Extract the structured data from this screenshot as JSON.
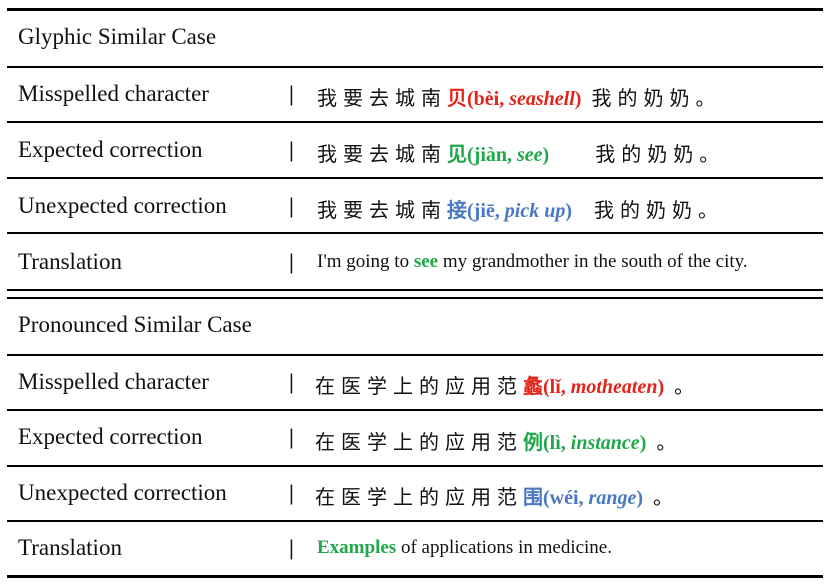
{
  "sections": [
    {
      "title": "Glyphic Similar Case",
      "rows": {
        "misspelled": {
          "label": "Misspelled character",
          "prefix": "我要去城南",
          "char": "贝",
          "pinyin": "(bèi, ",
          "meaning": "seashell",
          "close": ")",
          "suffix": "我的奶奶。"
        },
        "expected": {
          "label": "Expected correction",
          "prefix": "我要去城南",
          "char": "见",
          "pinyin": "(jiàn, ",
          "meaning": "see",
          "close": ")",
          "suffix": "我的奶奶。"
        },
        "unexpected": {
          "label": "Unexpected correction",
          "prefix": "我要去城南",
          "char": "接",
          "pinyin": "(jiē, ",
          "meaning": "pick up",
          "close": ")",
          "suffix": "我的奶奶。"
        },
        "translation": {
          "label": "Translation",
          "before": "I'm going to ",
          "highlight": "see",
          "after": " my grandmother in the south of the city."
        }
      }
    },
    {
      "title": "Pronounced Similar Case",
      "rows": {
        "misspelled": {
          "label": "Misspelled character",
          "prefix": "在医学上的应用范",
          "char": "蠡",
          "pinyin": "(lǐ, ",
          "meaning": "motheaten",
          "close": ")",
          "suffix": "。"
        },
        "expected": {
          "label": "Expected correction",
          "prefix": "在医学上的应用范",
          "char": "例",
          "pinyin": "(lì, ",
          "meaning": "instance",
          "close": ")",
          "suffix": "。"
        },
        "unexpected": {
          "label": "Unexpected correction",
          "prefix": "在医学上的应用范",
          "char": "围",
          "pinyin": "(wéi, ",
          "meaning": "range",
          "close": ")",
          "suffix": "。"
        },
        "translation": {
          "label": "Translation",
          "before": "",
          "highlight": "Examples",
          "after": " of applications in medicine."
        }
      }
    }
  ],
  "separator": "|",
  "colors": {
    "misspelled": "#e3241b",
    "expected": "#1fa84a",
    "unexpected": "#4a78c2"
  }
}
